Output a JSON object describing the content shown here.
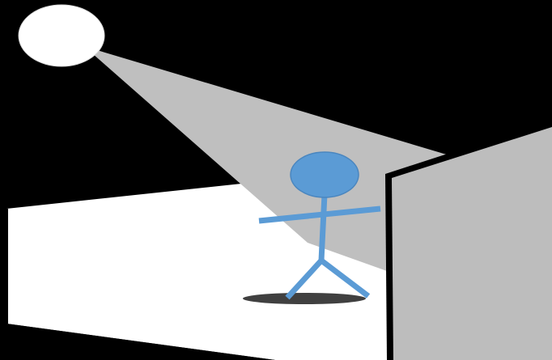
{
  "scene": {
    "colors": {
      "background": "#000000",
      "floor": "#ffffff",
      "light_source": "#ffffff",
      "light_beam": "#bfbfbf",
      "wall_face": "#bdbdbd",
      "wall_edge": "#000000",
      "figure": "#5b9bd5",
      "figure_outline": "#4a86bf",
      "shadow": "#404040"
    },
    "elements": [
      "light-source",
      "light-beam",
      "floor",
      "wall",
      "stick-figure",
      "ground-shadow"
    ]
  }
}
